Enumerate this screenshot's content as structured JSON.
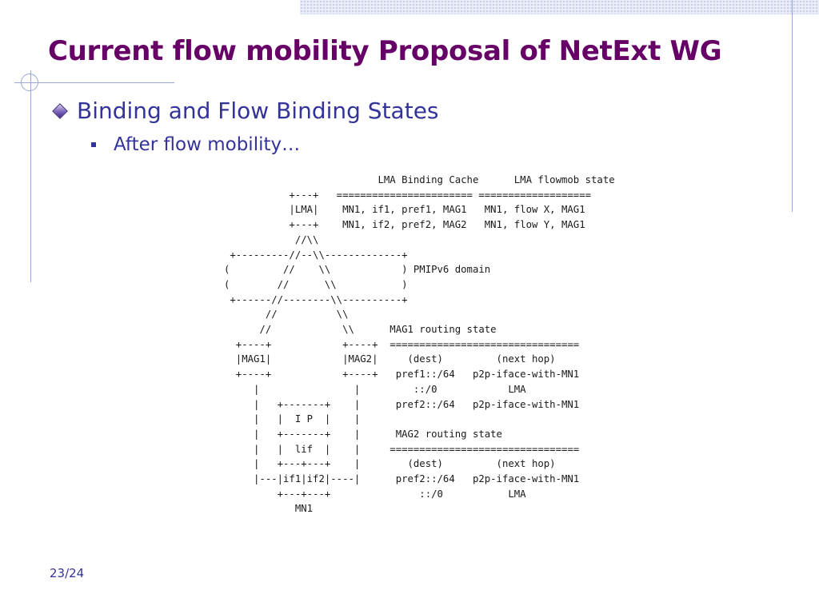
{
  "slide": {
    "title": "Current flow mobility Proposal of NetExt WG",
    "bullet_level1": "Binding and Flow Binding States",
    "bullet_level2": "After flow mobility…",
    "slide_number": "23/24"
  },
  "figure": {
    "ascii_diagram": "                          LMA Binding Cache      LMA flowmob state\n           +---+   ======================= ===================\n           |LMA|    MN1, if1, pref1, MAG1   MN1, flow X, MAG1\n           +---+    MN1, if2, pref2, MAG2   MN1, flow Y, MAG1\n            //\\\\\n +---------//--\\\\-------------+\n(         //    \\\\            ) PMIPv6 domain\n(        //      \\\\           )\n +------//--------\\\\----------+\n       //          \\\\\n      //            \\\\      MAG1 routing state\n  +----+            +----+  ================================\n  |MAG1|            |MAG2|     (dest)         (next hop)\n  +----+            +----+   pref1::/64   p2p-iface-with-MN1\n     |                |         ::/0            LMA\n     |   +-------+    |      pref2::/64   p2p-iface-with-MN1\n     |   |  I P  |    |\n     |   +-------+    |      MAG2 routing state\n     |   |  lif  |    |     ================================\n     |   +---+---+    |        (dest)         (next hop)\n     |---|if1|if2|----|      pref2::/64   p2p-iface-with-MN1\n         +---+---+               ::/0           LMA\n            MN1"
  },
  "colors": {
    "title": "#660066",
    "body_text": "#333399",
    "accent_lines": "#9aa6d6"
  },
  "icons": {
    "bullet1": "diamond-bullet-icon",
    "bullet2": "square-bullet-icon"
  }
}
